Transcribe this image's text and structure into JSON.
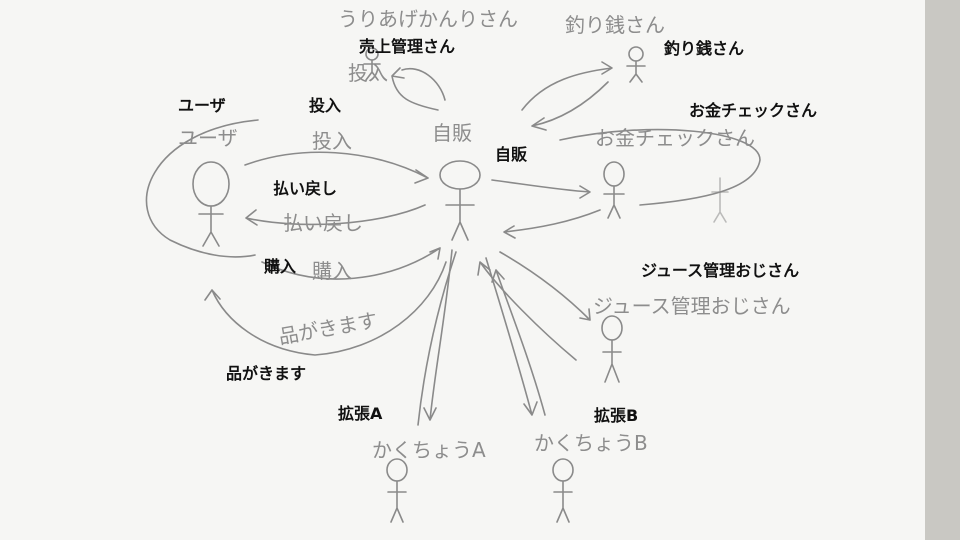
{
  "diagram": {
    "actors": {
      "uriage": "売上管理さん",
      "tsurisen": "釣り銭さん",
      "user": "ユーザ",
      "okane": "お金チェックさん",
      "jihan": "自販",
      "juice": "ジュース管理おじさん",
      "kakuchou_a": "拡張A",
      "kakuchou_b": "拡張B"
    },
    "messages": {
      "tounyu": "投入",
      "haraimodoshi": "払い戻し",
      "kounyu": "購入",
      "shina": "品がきます"
    },
    "handwriting": {
      "uriage": "うりあげかんりさん",
      "tounyu_top": "投入",
      "tsurisen": "釣り銭さん",
      "user": "ユーザ",
      "tounyu": "投入",
      "jihan": "自販",
      "okane": "お金チェックさん",
      "haraimodoshi": "払い戻し",
      "kounyu": "購入",
      "juice": "ジュース管理おじさん",
      "shina": "品がきます",
      "kakuchou_a": "かくちょうA",
      "kakuchou_b": "かくちょうB"
    }
  }
}
